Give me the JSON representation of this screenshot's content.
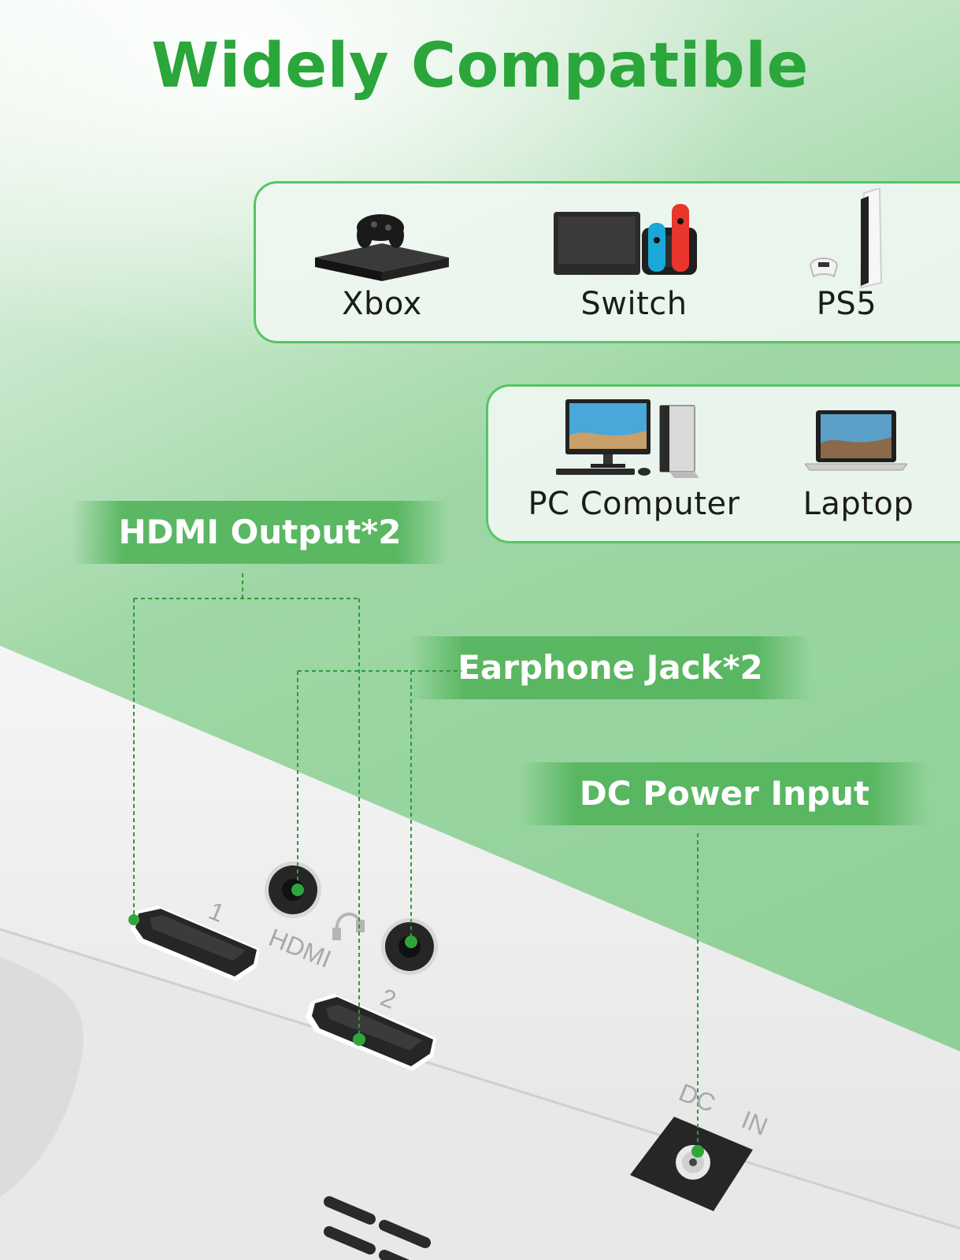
{
  "title": "Widely Compatible",
  "colors": {
    "accent_green": "#2aa63a",
    "callout_green": "#54b45c",
    "card_border": "#57c465",
    "panel_white": "#f2f2f2",
    "port_black": "#262626"
  },
  "device_groups": [
    {
      "devices": [
        {
          "label": "Xbox",
          "icon": "xbox-console-icon"
        },
        {
          "label": "Switch",
          "icon": "nintendo-switch-icon"
        },
        {
          "label": "PS5",
          "icon": "ps5-console-icon"
        }
      ]
    },
    {
      "devices": [
        {
          "label": "PC Computer",
          "icon": "pc-computer-icon"
        },
        {
          "label": "Laptop",
          "icon": "laptop-icon"
        }
      ]
    }
  ],
  "callouts": {
    "hdmi_output": "HDMI Output*2",
    "earphone_jack": "Earphone Jack*2",
    "dc_power": "DC Power Input"
  },
  "panel_markings": {
    "hdmi_1": "1",
    "hdmi_2": "2",
    "hdmi_label": "HDMI",
    "dc_label": "DC",
    "in_label": "IN"
  }
}
